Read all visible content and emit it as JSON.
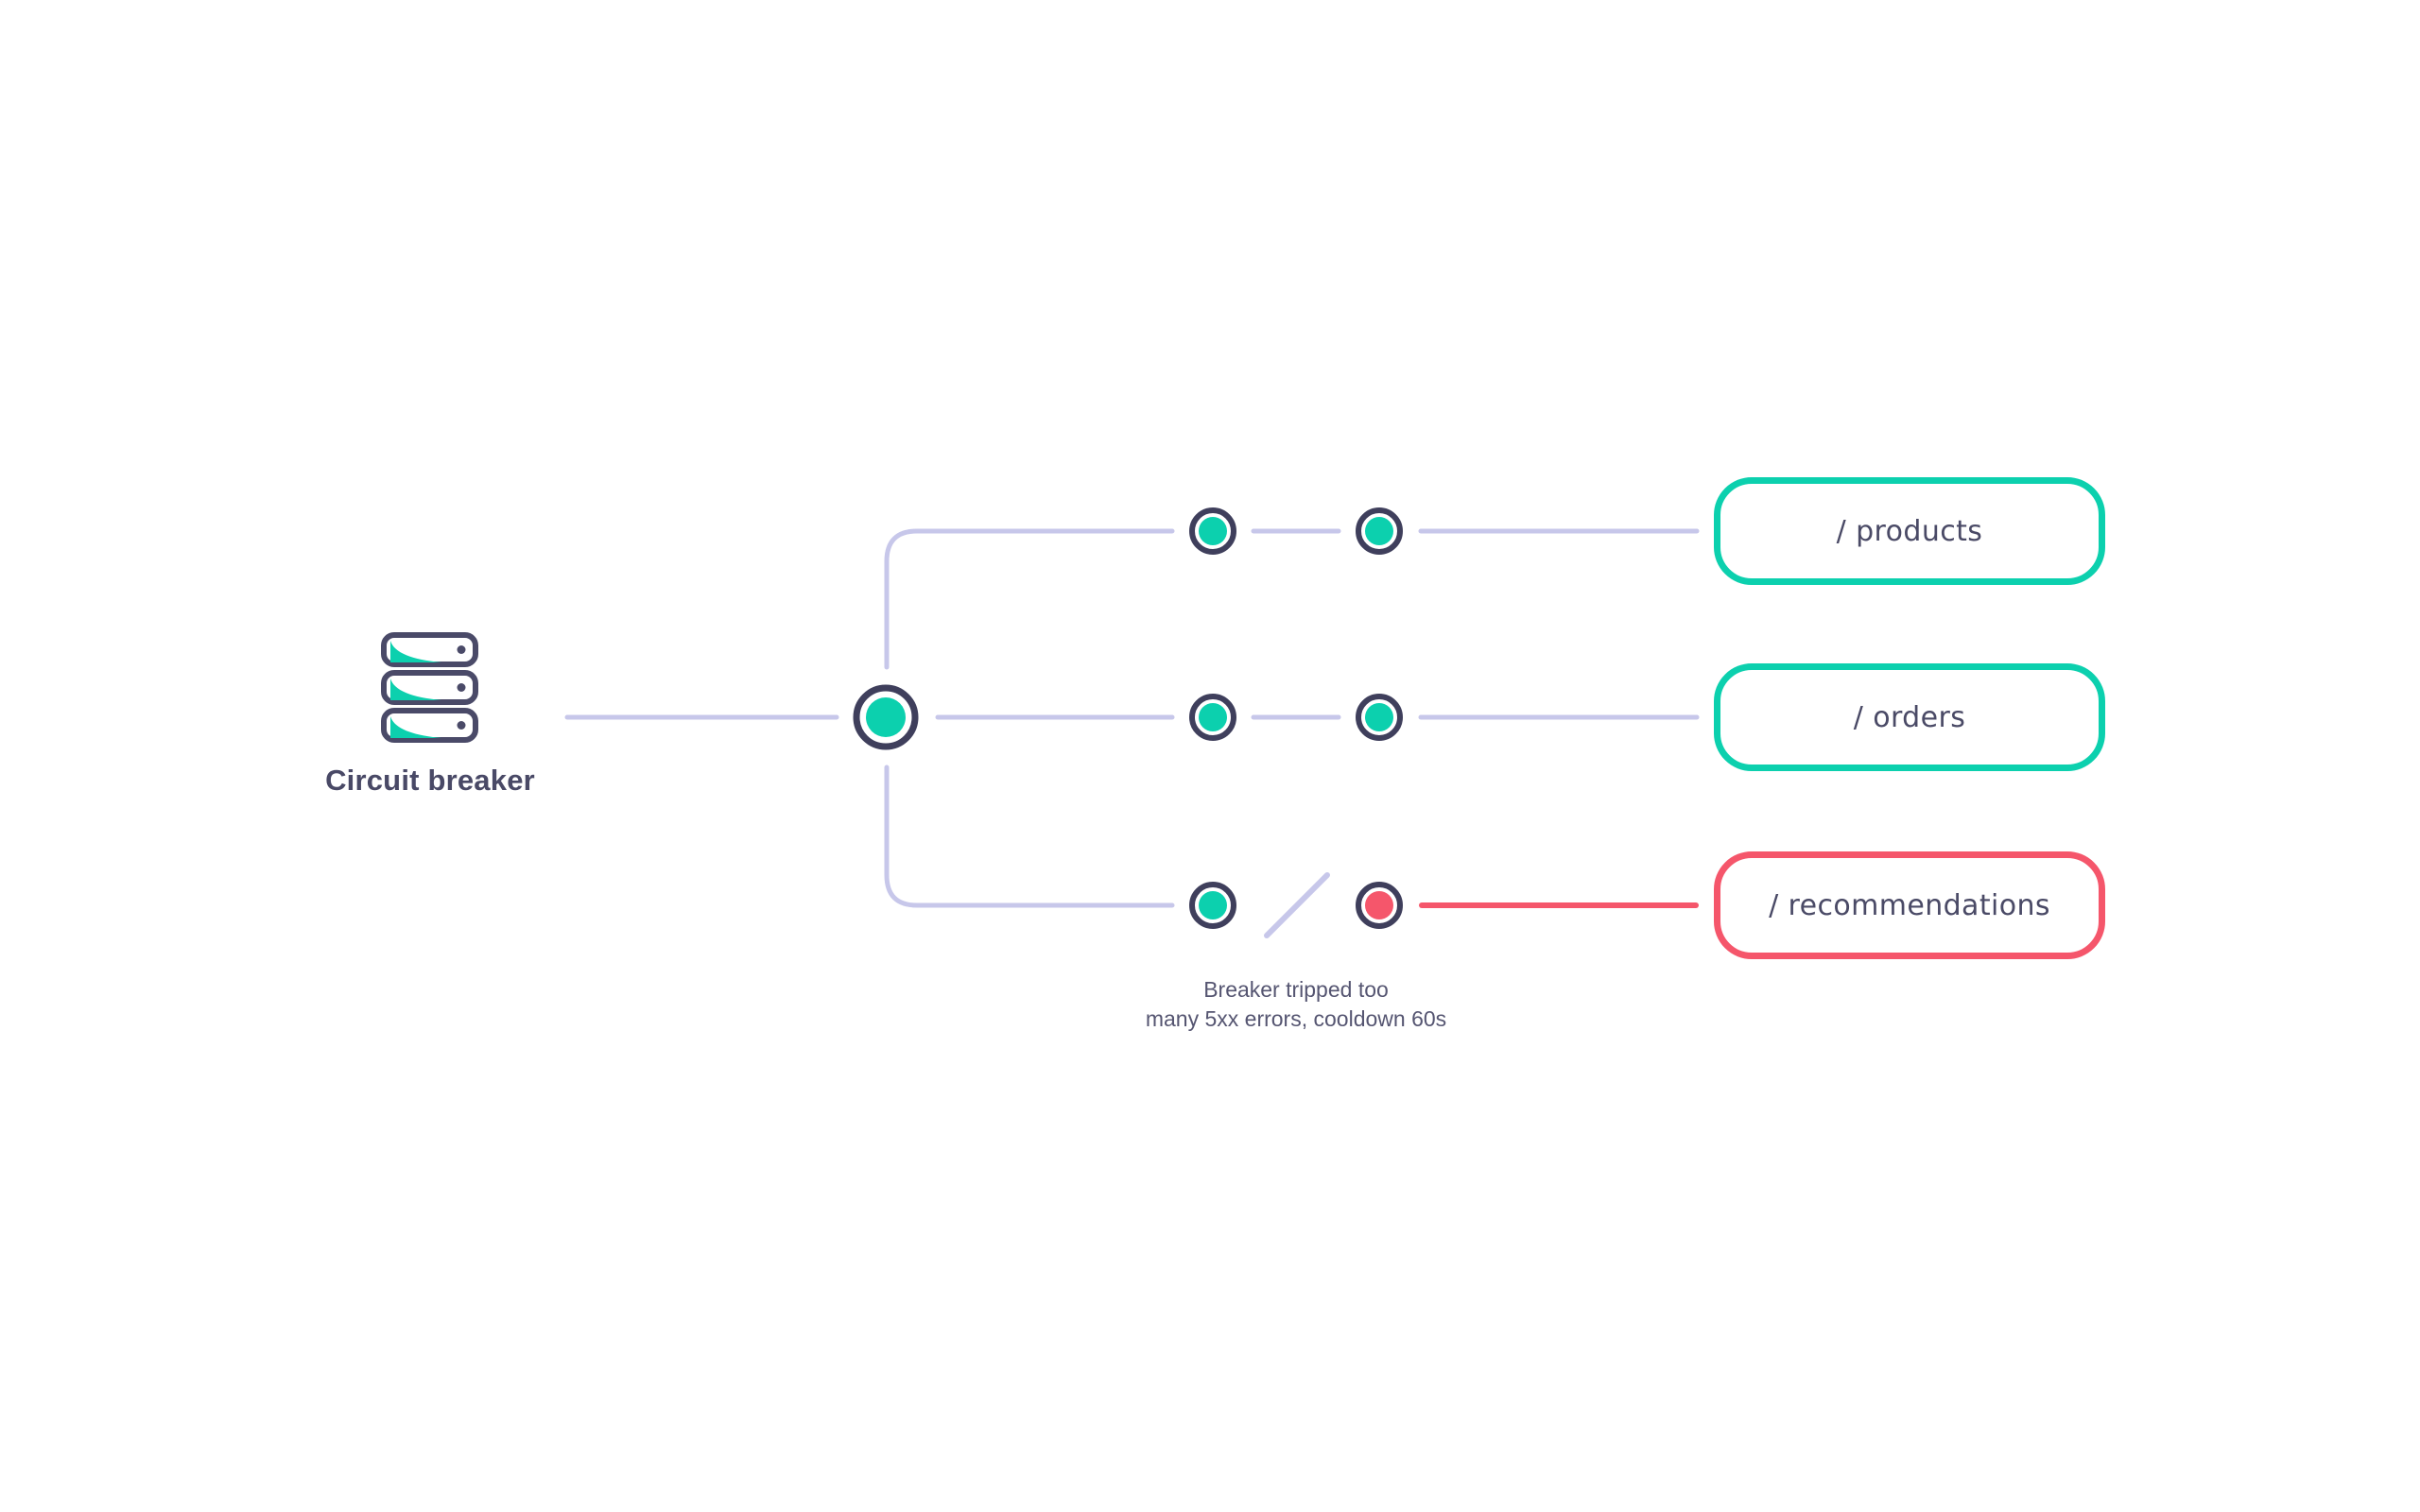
{
  "diagram_title": "Circuit breaker",
  "colors": {
    "teal": "#0cd0ae",
    "red": "#f5566b",
    "ring_navy": "#3f3f5c",
    "server_outline_navy": "#4a4a68",
    "text_navy": "#494966",
    "note_text": "#555571",
    "connector_lavender": "#c7c7ea",
    "background": "#ffffff"
  },
  "source": {
    "label": "Circuit breaker",
    "icon": "server-stack-icon"
  },
  "hub": {
    "state": "healthy",
    "icon": "status-dot-large"
  },
  "routes": [
    {
      "label": "/ products",
      "state": "closed",
      "border_color": "#0cd0ae",
      "hop_states": [
        "healthy",
        "healthy"
      ]
    },
    {
      "label": "/ orders",
      "state": "closed",
      "border_color": "#0cd0ae",
      "hop_states": [
        "healthy",
        "healthy"
      ]
    },
    {
      "label": "/ recommendations",
      "state": "open",
      "border_color": "#f5566b",
      "hop_states": [
        "healthy",
        "failing"
      ]
    }
  ],
  "note": {
    "line1": "Breaker tripped too",
    "line2": "many 5xx errors, cooldown 60s"
  }
}
